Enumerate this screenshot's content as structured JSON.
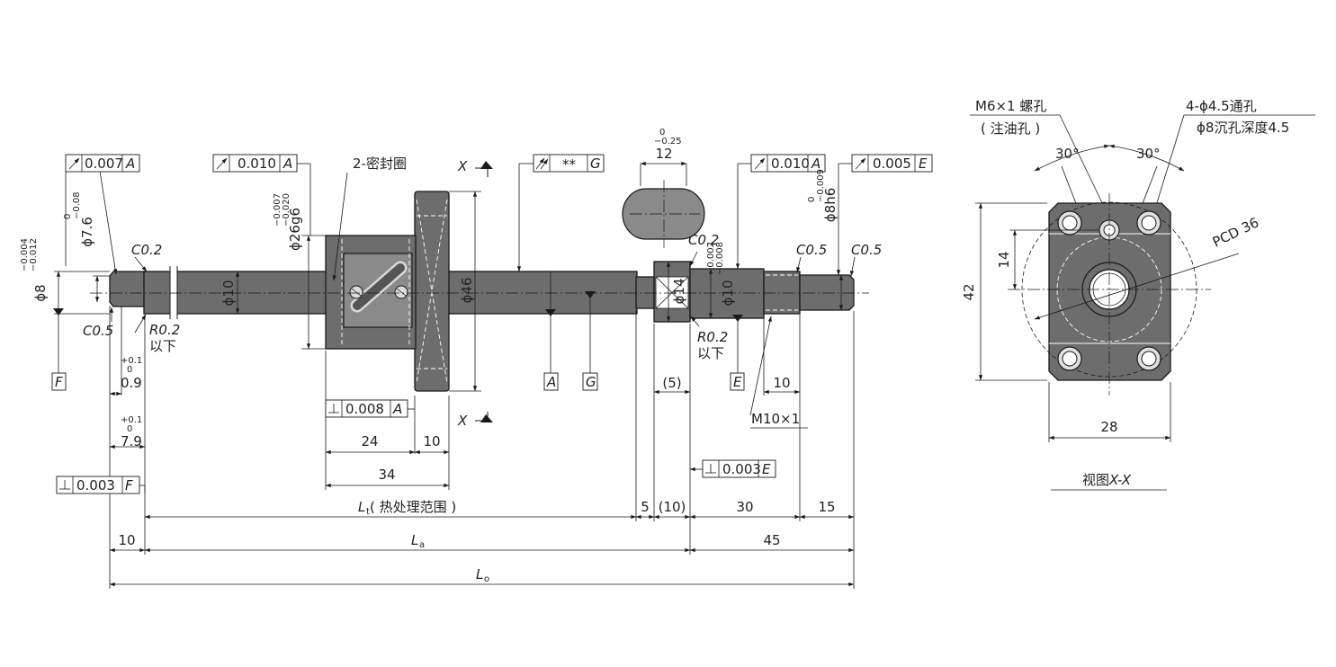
{
  "tolerances": {
    "tol_a": "0.007",
    "tol_b": "0.010",
    "tol_c": "0.010",
    "tol_d": "0.005",
    "tol_e": "0.008",
    "tol_f": "0.003",
    "tol_g": "0.003",
    "tol_parallel": "**"
  },
  "datums": {
    "a": "A",
    "e": "E",
    "f": "F",
    "g": "G"
  },
  "dims": {
    "d8": "ϕ8",
    "d8_upper": "−0.004",
    "d8_lower": "−0.012",
    "d76": "ϕ7.6",
    "d76_upper": "0",
    "d76_lower": "−0.08",
    "d26": "ϕ26g6",
    "d26_upper": "−0.007",
    "d26_lower": "−0.020",
    "d10": "ϕ10",
    "d46": "ϕ46",
    "d14": "ϕ14",
    "d10b": "ϕ10",
    "d10b_upper": "−0.002",
    "d10b_lower": "−0.008",
    "d8h6": "ϕ8h6",
    "d8h6_upper": "0",
    "d8h6_lower": "−0.009",
    "w12": "12",
    "w12_upper": "0",
    "w12_lower": "−0.25",
    "c02a": "C0.2",
    "c02b": "C0.2",
    "c05a": "C0.5",
    "c05b": "C0.5",
    "c05c": "C0.5",
    "r02a": "R0.2",
    "r02a_note": "以下",
    "r02b": "R0.2",
    "r02b_note": "以下",
    "v09": "0.9",
    "v09_upper": "+0.1",
    "v09_lower": "0",
    "v79": "7.9",
    "v79_upper": "+0.1",
    "v79_lower": "0",
    "v24": "24",
    "v10a": "10",
    "v34": "34",
    "v5": "5",
    "v5p": "(5)",
    "v10p": "(10)",
    "v30": "30",
    "v15": "15",
    "v10b": "10",
    "v45": "45",
    "v10c": "10",
    "m10": "M10×1",
    "lt_sub": "t",
    "lt_note": "( 热处理范围 )",
    "la_sub": "a",
    "lo_sub": "o",
    "L": "L",
    "seal": "2-密封圈",
    "section_mark": "X"
  },
  "view": {
    "m6": "M6×1 螺孔",
    "m6_note": "( 注油孔 )",
    "holes": "4-ϕ4.5通孔",
    "holes_note": "ϕ8沉孔深度4.5",
    "angle_a": "30°",
    "angle_b": "30°",
    "pcd": "PCD 36",
    "h14": "14",
    "h42": "42",
    "w28": "28",
    "caption": "视图",
    "caption_x": "X-X"
  }
}
